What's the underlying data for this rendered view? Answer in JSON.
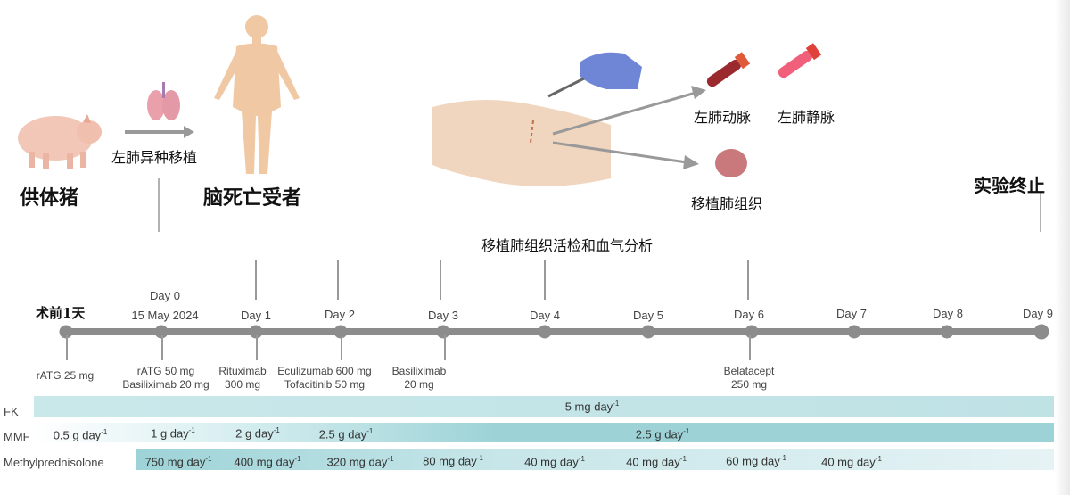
{
  "top": {
    "donor_label": "供体猪",
    "procedure_label": "左肺异种移植",
    "recipient_label": "脑死亡受者",
    "artery_label": "左肺动脉",
    "vein_label": "左肺静脉",
    "tissue_label": "移植肺组织",
    "end_label": "实验终止",
    "biopsy_label": "移植肺组织活检和血气分析"
  },
  "timeline": {
    "pre_day_label": "术前1天",
    "day0_label": "Day 0",
    "day0_date": "15 May 2024",
    "days": [
      "Day 1",
      "Day 2",
      "Day 3",
      "Day 4",
      "Day 5",
      "Day 6",
      "Day 7",
      "Day 8",
      "Day 9"
    ],
    "doses": {
      "pre": "rATG 25 mg",
      "day0_a": "rATG 50 mg",
      "day0_b": "Basiliximab 20 mg",
      "day1_a": "Rituximab",
      "day1_b": "300 mg",
      "day2_a": "Eculizumab 600 mg",
      "day2_b": "Tofacitinib 50 mg",
      "day3_a": "Basiliximab",
      "day3_b": "20 mg",
      "day6_a": "Belatacept",
      "day6_b": "250 mg"
    }
  },
  "regimens": {
    "fk": {
      "label": "FK",
      "doses": [
        "5 mg day"
      ]
    },
    "mmf": {
      "label": "MMF",
      "doses": [
        "0.5 g day",
        "1 g day",
        "2 g day",
        "2.5 g day",
        "2.5 g day"
      ]
    },
    "methyl": {
      "label": "Methylprednisolone",
      "doses": [
        "750 mg day",
        "400 mg day",
        "320 mg day",
        "80 mg day",
        "40 mg day",
        "40 mg day",
        "60 mg day",
        "40 mg day"
      ]
    },
    "unit_exponent": "-1"
  },
  "colors": {
    "timeline": "#8c8c8c",
    "bar_light": "#bfe2e5",
    "bar_dark": "#9dd3d7"
  }
}
